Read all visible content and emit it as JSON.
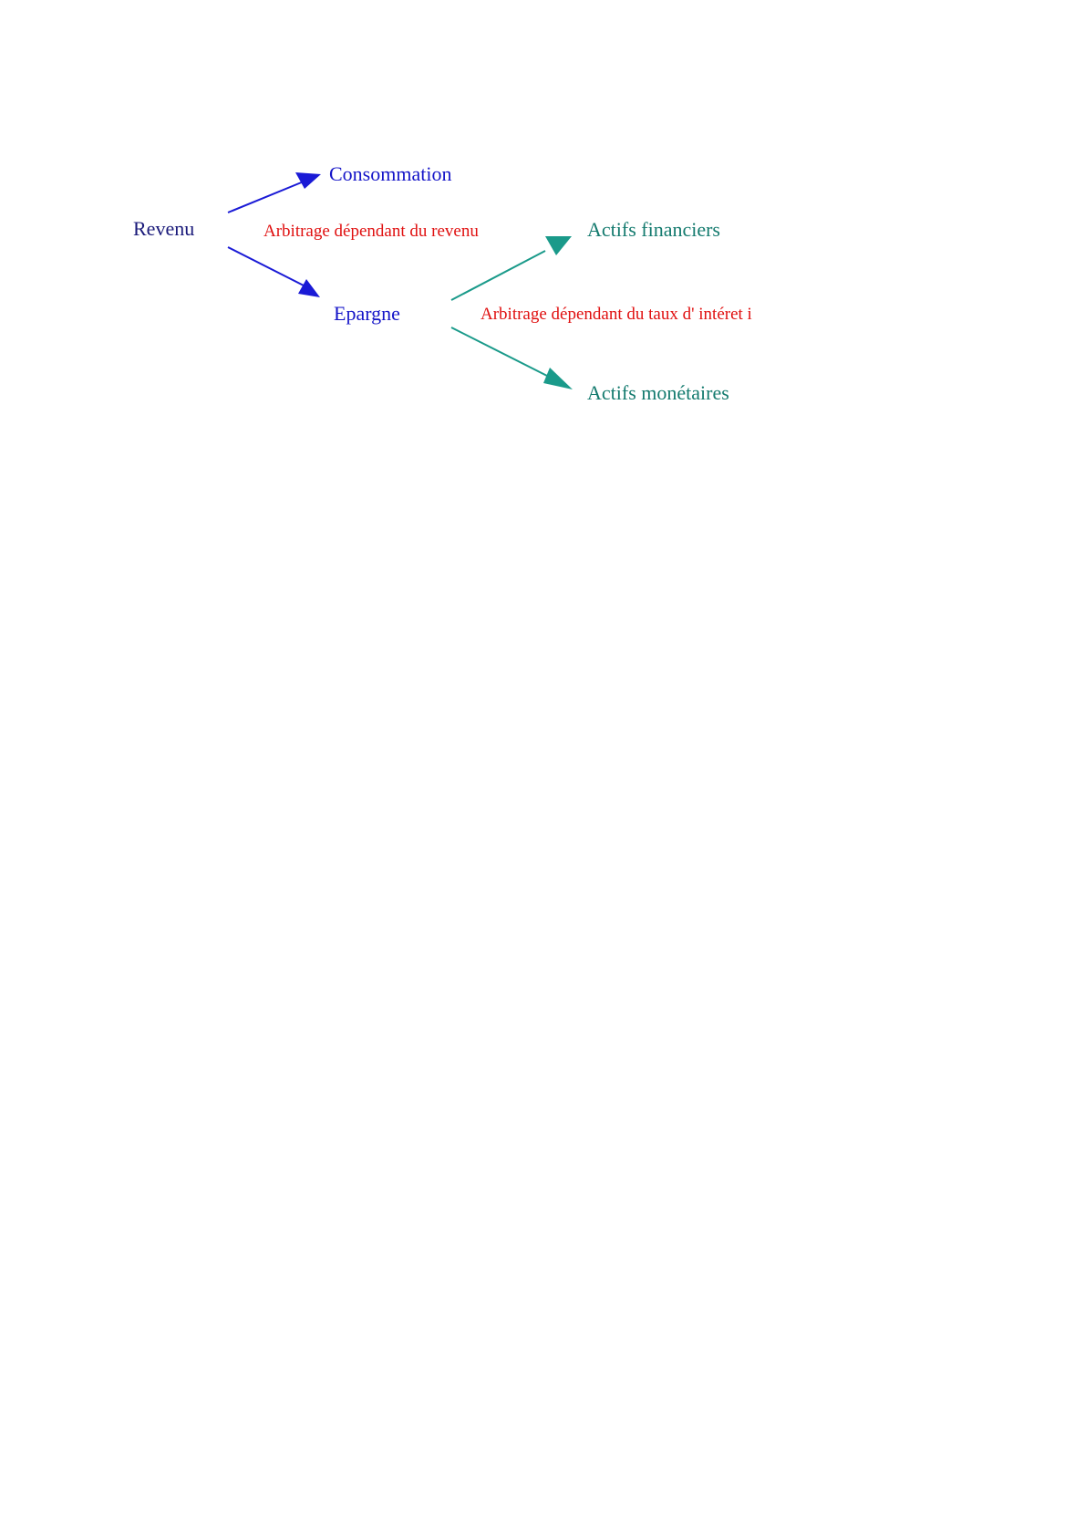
{
  "diagram": {
    "nodes": {
      "revenu": "Revenu",
      "consommation": "Consommation",
      "epargne": "Epargne",
      "actifs_financiers": "Actifs financiers",
      "actifs_monetaires": "Actifs monétaires"
    },
    "annotations": {
      "arbitrage_revenu": "Arbitrage dépendant du revenu",
      "arbitrage_taux": "Arbitrage dépendant du taux d' intéret i"
    },
    "colors": {
      "revenu_text": "#1a1a7a",
      "blue_nodes": "#1515c8",
      "blue_arrows": "#1a1ad6",
      "teal_nodes": "#137a6e",
      "teal_arrows": "#1a9a8a",
      "annotation_red": "#e01010"
    }
  }
}
